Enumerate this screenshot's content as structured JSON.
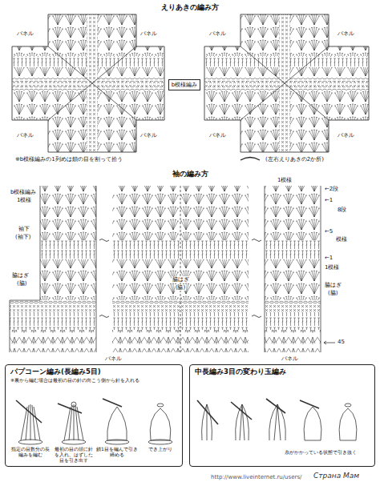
{
  "diagram": {
    "title": "えりあきの編み方",
    "nodes": [
      {
        "text": [
          "b模様編み"
        ]
      },
      {
        "text": [
          "パプコーン編み(長編み5目)",
          "※裏から編む場合は最初の目の針の向こう側から針を入れる"
        ]
      },
      {
        "text": [
          "中長編み3目の変わり玉編み"
        ]
      }
    ],
    "labels": [
      "袖の編み方",
      "パネル",
      "パネル",
      "パネル",
      "パネル",
      "パネル",
      "パネル",
      "パネル",
      "パネル",
      "※b模様編みの1列めは鎖の目を割って拾う",
      "(左右えりあきの2か所)",
      "b模様編み",
      "1模様",
      "袖下",
      "(袖下)",
      "脇はぎ",
      "(脇)",
      "脇はぎ",
      "(脇)",
      "1模様",
      "←2段",
      "←1",
      "8段",
      "←5",
      "模様",
      "←1",
      "1模様",
      "脇はぎ",
      "(脇)",
      "パネル",
      "パネル",
      "45",
      "指定の目数分の長編みを編む",
      "最初の目の頭に針を入れ、はずした目を引き出す",
      "鎖1目を編んで引き締める",
      "でき上がり",
      "糸がかかっている状態で引き抜く",
      "http://www.liveinternet.ru/users/",
      "Страна Мам"
    ]
  }
}
